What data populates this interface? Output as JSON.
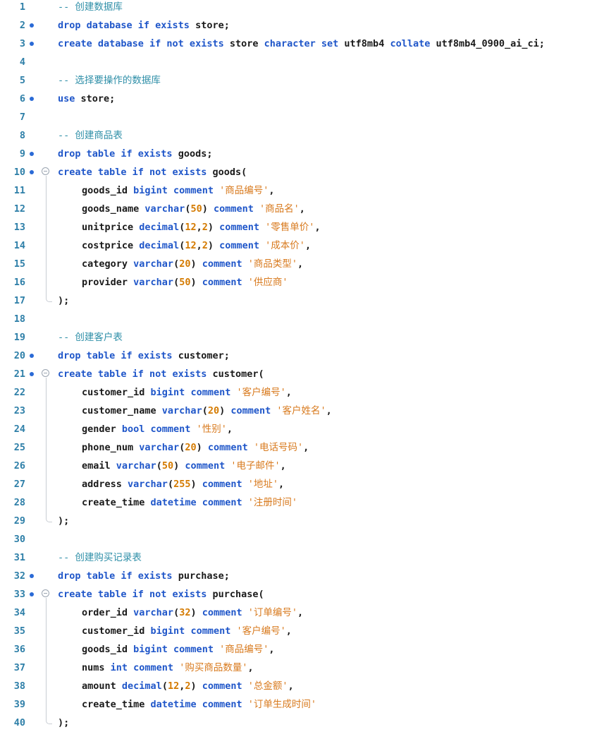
{
  "editor": {
    "lines": [
      {
        "n": "1",
        "bp": false,
        "fold": false,
        "indent": false,
        "tokens": [
          {
            "t": "-- 创建数据库",
            "c": "cm"
          }
        ]
      },
      {
        "n": "2",
        "bp": true,
        "fold": false,
        "indent": false,
        "tokens": [
          {
            "t": "drop database if exists ",
            "c": "kw"
          },
          {
            "t": "store;",
            "c": "id"
          }
        ]
      },
      {
        "n": "3",
        "bp": true,
        "fold": false,
        "indent": false,
        "tokens": [
          {
            "t": "create database if not exists ",
            "c": "kw"
          },
          {
            "t": "store ",
            "c": "id"
          },
          {
            "t": "character set ",
            "c": "kw"
          },
          {
            "t": "utf8mb4 ",
            "c": "id"
          },
          {
            "t": "collate ",
            "c": "kw"
          },
          {
            "t": "utf8mb4_0900_ai_ci;",
            "c": "id"
          }
        ]
      },
      {
        "n": "4",
        "bp": false,
        "fold": false,
        "indent": false,
        "tokens": []
      },
      {
        "n": "5",
        "bp": false,
        "fold": false,
        "indent": false,
        "tokens": [
          {
            "t": "-- 选择要操作的数据库",
            "c": "cm"
          }
        ]
      },
      {
        "n": "6",
        "bp": true,
        "fold": false,
        "indent": false,
        "tokens": [
          {
            "t": "use ",
            "c": "kw"
          },
          {
            "t": "store;",
            "c": "id"
          }
        ]
      },
      {
        "n": "7",
        "bp": false,
        "fold": false,
        "indent": false,
        "tokens": []
      },
      {
        "n": "8",
        "bp": false,
        "fold": false,
        "indent": false,
        "tokens": [
          {
            "t": "-- 创建商品表",
            "c": "cm"
          }
        ]
      },
      {
        "n": "9",
        "bp": true,
        "fold": false,
        "indent": false,
        "tokens": [
          {
            "t": "drop table if exists ",
            "c": "kw"
          },
          {
            "t": "goods;",
            "c": "id"
          }
        ]
      },
      {
        "n": "10",
        "bp": true,
        "fold": true,
        "indent": false,
        "tokens": [
          {
            "t": "create table if not exists ",
            "c": "kw"
          },
          {
            "t": "goods(",
            "c": "id"
          }
        ]
      },
      {
        "n": "11",
        "bp": false,
        "fold": false,
        "indent": true,
        "tokens": [
          {
            "t": "goods_id ",
            "c": "id"
          },
          {
            "t": "bigint comment ",
            "c": "kw"
          },
          {
            "t": "'商品编号'",
            "c": "str"
          },
          {
            "t": ",",
            "c": "id"
          }
        ]
      },
      {
        "n": "12",
        "bp": false,
        "fold": false,
        "indent": true,
        "tokens": [
          {
            "t": "goods_name ",
            "c": "id"
          },
          {
            "t": "varchar",
            "c": "kw"
          },
          {
            "t": "(",
            "c": "id"
          },
          {
            "t": "50",
            "c": "num"
          },
          {
            "t": ") ",
            "c": "id"
          },
          {
            "t": "comment ",
            "c": "kw"
          },
          {
            "t": "'商品名'",
            "c": "str"
          },
          {
            "t": ",",
            "c": "id"
          }
        ]
      },
      {
        "n": "13",
        "bp": false,
        "fold": false,
        "indent": true,
        "tokens": [
          {
            "t": "unitprice ",
            "c": "id"
          },
          {
            "t": "decimal",
            "c": "kw"
          },
          {
            "t": "(",
            "c": "id"
          },
          {
            "t": "12",
            "c": "num"
          },
          {
            "t": ",",
            "c": "id"
          },
          {
            "t": "2",
            "c": "num"
          },
          {
            "t": ") ",
            "c": "id"
          },
          {
            "t": "comment ",
            "c": "kw"
          },
          {
            "t": "'零售单价'",
            "c": "str"
          },
          {
            "t": ",",
            "c": "id"
          }
        ]
      },
      {
        "n": "14",
        "bp": false,
        "fold": false,
        "indent": true,
        "tokens": [
          {
            "t": "costprice ",
            "c": "id"
          },
          {
            "t": "decimal",
            "c": "kw"
          },
          {
            "t": "(",
            "c": "id"
          },
          {
            "t": "12",
            "c": "num"
          },
          {
            "t": ",",
            "c": "id"
          },
          {
            "t": "2",
            "c": "num"
          },
          {
            "t": ") ",
            "c": "id"
          },
          {
            "t": "comment ",
            "c": "kw"
          },
          {
            "t": "'成本价'",
            "c": "str"
          },
          {
            "t": ",",
            "c": "id"
          }
        ]
      },
      {
        "n": "15",
        "bp": false,
        "fold": false,
        "indent": true,
        "tokens": [
          {
            "t": "category ",
            "c": "id"
          },
          {
            "t": "varchar",
            "c": "kw"
          },
          {
            "t": "(",
            "c": "id"
          },
          {
            "t": "20",
            "c": "num"
          },
          {
            "t": ") ",
            "c": "id"
          },
          {
            "t": "comment ",
            "c": "kw"
          },
          {
            "t": "'商品类型'",
            "c": "str"
          },
          {
            "t": ",",
            "c": "id"
          }
        ]
      },
      {
        "n": "16",
        "bp": false,
        "fold": false,
        "indent": true,
        "tokens": [
          {
            "t": "provider ",
            "c": "id"
          },
          {
            "t": "varchar",
            "c": "kw"
          },
          {
            "t": "(",
            "c": "id"
          },
          {
            "t": "50",
            "c": "num"
          },
          {
            "t": ") ",
            "c": "id"
          },
          {
            "t": "comment ",
            "c": "kw"
          },
          {
            "t": "'供应商'",
            "c": "str"
          }
        ]
      },
      {
        "n": "17",
        "bp": false,
        "fold": false,
        "indent": false,
        "tokens": [
          {
            "t": ");",
            "c": "id"
          }
        ]
      },
      {
        "n": "18",
        "bp": false,
        "fold": false,
        "indent": false,
        "tokens": []
      },
      {
        "n": "19",
        "bp": false,
        "fold": false,
        "indent": false,
        "tokens": [
          {
            "t": "-- 创建客户表",
            "c": "cm"
          }
        ]
      },
      {
        "n": "20",
        "bp": true,
        "fold": false,
        "indent": false,
        "tokens": [
          {
            "t": "drop table if exists ",
            "c": "kw"
          },
          {
            "t": "customer;",
            "c": "id"
          }
        ]
      },
      {
        "n": "21",
        "bp": true,
        "fold": true,
        "indent": false,
        "tokens": [
          {
            "t": "create table if not exists ",
            "c": "kw"
          },
          {
            "t": "customer(",
            "c": "id"
          }
        ]
      },
      {
        "n": "22",
        "bp": false,
        "fold": false,
        "indent": true,
        "tokens": [
          {
            "t": "customer_id ",
            "c": "id"
          },
          {
            "t": "bigint comment ",
            "c": "kw"
          },
          {
            "t": "'客户编号'",
            "c": "str"
          },
          {
            "t": ",",
            "c": "id"
          }
        ]
      },
      {
        "n": "23",
        "bp": false,
        "fold": false,
        "indent": true,
        "tokens": [
          {
            "t": "customer_name ",
            "c": "id"
          },
          {
            "t": "varchar",
            "c": "kw"
          },
          {
            "t": "(",
            "c": "id"
          },
          {
            "t": "20",
            "c": "num"
          },
          {
            "t": ") ",
            "c": "id"
          },
          {
            "t": "comment ",
            "c": "kw"
          },
          {
            "t": "'客户姓名'",
            "c": "str"
          },
          {
            "t": ",",
            "c": "id"
          }
        ]
      },
      {
        "n": "24",
        "bp": false,
        "fold": false,
        "indent": true,
        "tokens": [
          {
            "t": "gender ",
            "c": "id"
          },
          {
            "t": "bool comment ",
            "c": "kw"
          },
          {
            "t": "'性别'",
            "c": "str"
          },
          {
            "t": ",",
            "c": "id"
          }
        ]
      },
      {
        "n": "25",
        "bp": false,
        "fold": false,
        "indent": true,
        "tokens": [
          {
            "t": "phone_num ",
            "c": "id"
          },
          {
            "t": "varchar",
            "c": "kw"
          },
          {
            "t": "(",
            "c": "id"
          },
          {
            "t": "20",
            "c": "num"
          },
          {
            "t": ") ",
            "c": "id"
          },
          {
            "t": "comment ",
            "c": "kw"
          },
          {
            "t": "'电话号码'",
            "c": "str"
          },
          {
            "t": ",",
            "c": "id"
          }
        ]
      },
      {
        "n": "26",
        "bp": false,
        "fold": false,
        "indent": true,
        "tokens": [
          {
            "t": "email ",
            "c": "id"
          },
          {
            "t": "varchar",
            "c": "kw"
          },
          {
            "t": "(",
            "c": "id"
          },
          {
            "t": "50",
            "c": "num"
          },
          {
            "t": ") ",
            "c": "id"
          },
          {
            "t": "comment ",
            "c": "kw"
          },
          {
            "t": "'电子邮件'",
            "c": "str"
          },
          {
            "t": ",",
            "c": "id"
          }
        ]
      },
      {
        "n": "27",
        "bp": false,
        "fold": false,
        "indent": true,
        "tokens": [
          {
            "t": "address ",
            "c": "id"
          },
          {
            "t": "varchar",
            "c": "kw"
          },
          {
            "t": "(",
            "c": "id"
          },
          {
            "t": "255",
            "c": "num"
          },
          {
            "t": ") ",
            "c": "id"
          },
          {
            "t": "comment ",
            "c": "kw"
          },
          {
            "t": "'地址'",
            "c": "str"
          },
          {
            "t": ",",
            "c": "id"
          }
        ]
      },
      {
        "n": "28",
        "bp": false,
        "fold": false,
        "indent": true,
        "tokens": [
          {
            "t": "create_time ",
            "c": "id"
          },
          {
            "t": "datetime comment ",
            "c": "kw"
          },
          {
            "t": "'注册时间'",
            "c": "str"
          }
        ]
      },
      {
        "n": "29",
        "bp": false,
        "fold": false,
        "indent": false,
        "tokens": [
          {
            "t": ");",
            "c": "id"
          }
        ]
      },
      {
        "n": "30",
        "bp": false,
        "fold": false,
        "indent": false,
        "tokens": []
      },
      {
        "n": "31",
        "bp": false,
        "fold": false,
        "indent": false,
        "tokens": [
          {
            "t": "-- 创建购买记录表",
            "c": "cm"
          }
        ]
      },
      {
        "n": "32",
        "bp": true,
        "fold": false,
        "indent": false,
        "tokens": [
          {
            "t": "drop table if exists ",
            "c": "kw"
          },
          {
            "t": "purchase;",
            "c": "id"
          }
        ]
      },
      {
        "n": "33",
        "bp": true,
        "fold": true,
        "indent": false,
        "tokens": [
          {
            "t": "create table if not exists ",
            "c": "kw"
          },
          {
            "t": "purchase(",
            "c": "id"
          }
        ]
      },
      {
        "n": "34",
        "bp": false,
        "fold": false,
        "indent": true,
        "tokens": [
          {
            "t": "order_id ",
            "c": "id"
          },
          {
            "t": "varchar",
            "c": "kw"
          },
          {
            "t": "(",
            "c": "id"
          },
          {
            "t": "32",
            "c": "num"
          },
          {
            "t": ") ",
            "c": "id"
          },
          {
            "t": "comment ",
            "c": "kw"
          },
          {
            "t": "'订单编号'",
            "c": "str"
          },
          {
            "t": ",",
            "c": "id"
          }
        ]
      },
      {
        "n": "35",
        "bp": false,
        "fold": false,
        "indent": true,
        "tokens": [
          {
            "t": "customer_id ",
            "c": "id"
          },
          {
            "t": "bigint comment ",
            "c": "kw"
          },
          {
            "t": "'客户编号'",
            "c": "str"
          },
          {
            "t": ",",
            "c": "id"
          }
        ]
      },
      {
        "n": "36",
        "bp": false,
        "fold": false,
        "indent": true,
        "tokens": [
          {
            "t": "goods_id ",
            "c": "id"
          },
          {
            "t": "bigint comment ",
            "c": "kw"
          },
          {
            "t": "'商品编号'",
            "c": "str"
          },
          {
            "t": ",",
            "c": "id"
          }
        ]
      },
      {
        "n": "37",
        "bp": false,
        "fold": false,
        "indent": true,
        "tokens": [
          {
            "t": "nums ",
            "c": "id"
          },
          {
            "t": "int comment ",
            "c": "kw"
          },
          {
            "t": "'购买商品数量'",
            "c": "str"
          },
          {
            "t": ",",
            "c": "id"
          }
        ]
      },
      {
        "n": "38",
        "bp": false,
        "fold": false,
        "indent": true,
        "tokens": [
          {
            "t": "amount ",
            "c": "id"
          },
          {
            "t": "decimal",
            "c": "kw"
          },
          {
            "t": "(",
            "c": "id"
          },
          {
            "t": "12",
            "c": "num"
          },
          {
            "t": ",",
            "c": "id"
          },
          {
            "t": "2",
            "c": "num"
          },
          {
            "t": ") ",
            "c": "id"
          },
          {
            "t": "comment ",
            "c": "kw"
          },
          {
            "t": "'总金额'",
            "c": "str"
          },
          {
            "t": ",",
            "c": "id"
          }
        ]
      },
      {
        "n": "39",
        "bp": false,
        "fold": false,
        "indent": true,
        "tokens": [
          {
            "t": "create_time ",
            "c": "id"
          },
          {
            "t": "datetime comment ",
            "c": "kw"
          },
          {
            "t": "'订单生成时间'",
            "c": "str"
          }
        ]
      },
      {
        "n": "40",
        "bp": false,
        "fold": false,
        "indent": false,
        "tokens": [
          {
            "t": ");",
            "c": "id"
          }
        ]
      }
    ]
  },
  "colors": {
    "keyword": "#1f56c9",
    "comment": "#2f8fa8",
    "string": "#d87a1e",
    "number": "#d47a00",
    "line_number": "#2e7fa8",
    "breakpoint": "#2a6ad6"
  },
  "icons": {
    "breakpoint": "breakpoint-dot-icon",
    "fold": "fold-collapse-icon"
  }
}
